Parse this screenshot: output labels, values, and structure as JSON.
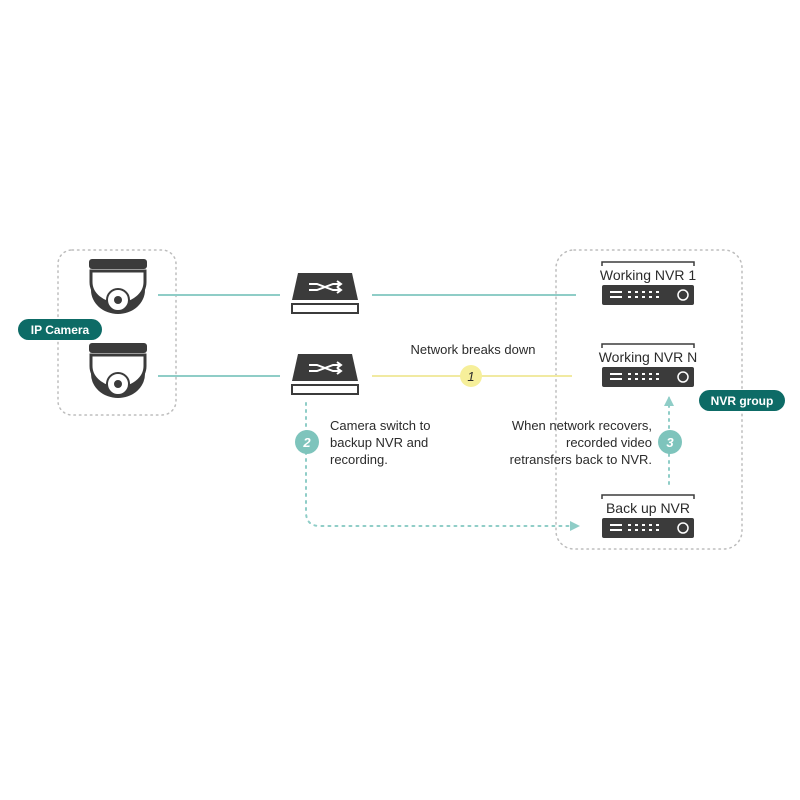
{
  "labels": {
    "camera_group": "IP Camera",
    "nvr_group": "NVR group",
    "nvr_working_1": "Working NVR 1",
    "nvr_working_n": "Working NVR N",
    "nvr_backup": "Back up NVR",
    "network_breaks": "Network breaks down"
  },
  "steps": [
    {
      "number": "1"
    },
    {
      "number": "2",
      "lines": [
        "Camera switch to",
        "backup NVR and",
        "recording."
      ]
    },
    {
      "number": "3",
      "lines": [
        "When network recovers,",
        "recorded video",
        "retransfers back to NVR."
      ]
    }
  ],
  "colors": {
    "teal": "#0d6b66",
    "line_teal": "#8fcdc7",
    "badge_teal": "#7ec4bc",
    "yellow_line": "#f1eaa2",
    "badge_yellow": "#f6ef9a",
    "device_dark": "#3b3b3b",
    "dotted_gray": "#bdbdbd",
    "text": "#2b2b2b"
  }
}
